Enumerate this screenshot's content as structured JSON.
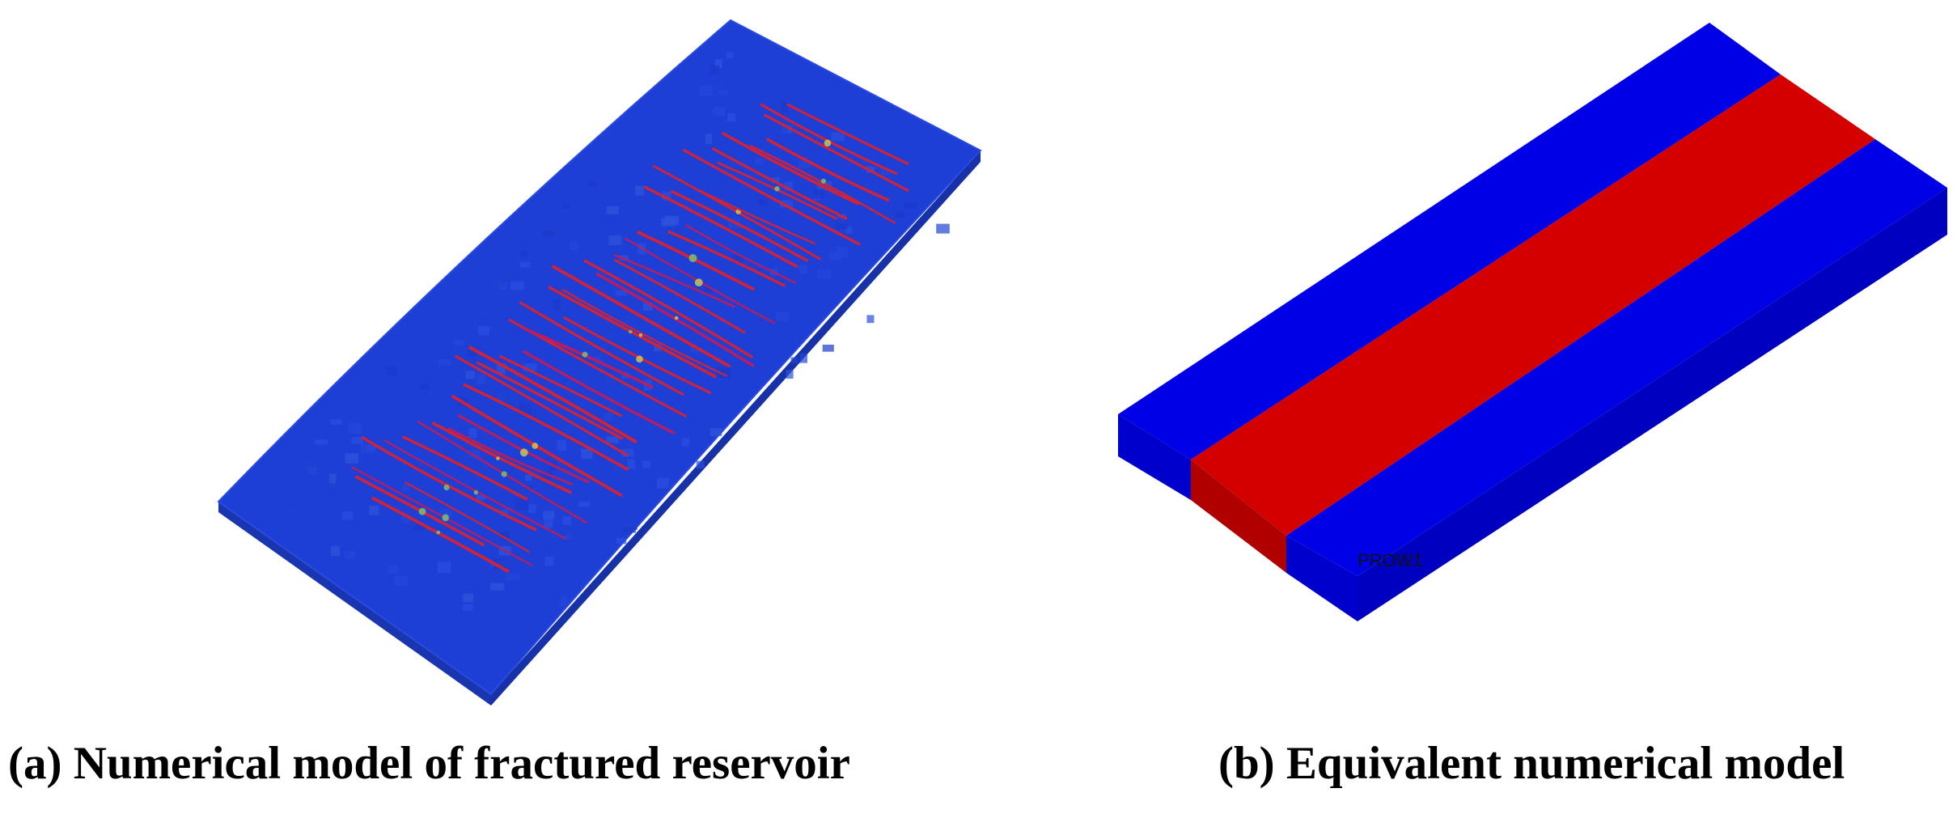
{
  "panels": [
    {
      "id": "a",
      "caption": "(a) Numerical model of fractured reservoir",
      "icon": "fractured-reservoir-block",
      "colors": {
        "matrix": "#1e3fd6",
        "fracture": "#e0202a",
        "edge": "#1a35b0"
      }
    },
    {
      "id": "b",
      "caption": "(b) Equivalent numerical model",
      "icon": "equivalent-model-block",
      "well_label": "PROW1",
      "colors": {
        "outer": "#0000e6",
        "outer_side": "#0000c8",
        "band": "#d40000",
        "band_side": "#b00000"
      }
    }
  ]
}
